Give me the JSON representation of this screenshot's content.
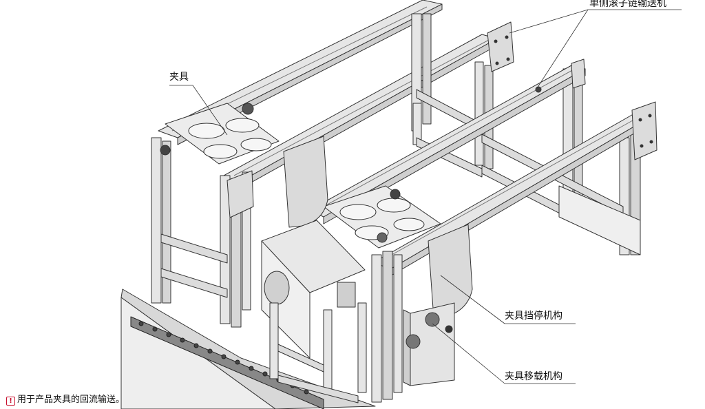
{
  "labels": {
    "fixture": "夹具",
    "single_side_roller_chain_conveyor": "单侧滚子链输送机",
    "fixture_stopper": "夹具挡停机构",
    "fixture_transfer": "夹具移载机构"
  },
  "footnote": {
    "icon": "exclamation-icon",
    "text": "用于产品夹具的回流输送。"
  },
  "colors": {
    "line": "#333333",
    "frame_fill": "#e6e6e6",
    "plate_fill": "#dcdcdc",
    "dark_part": "#555555",
    "note_red": "#c8102e"
  }
}
